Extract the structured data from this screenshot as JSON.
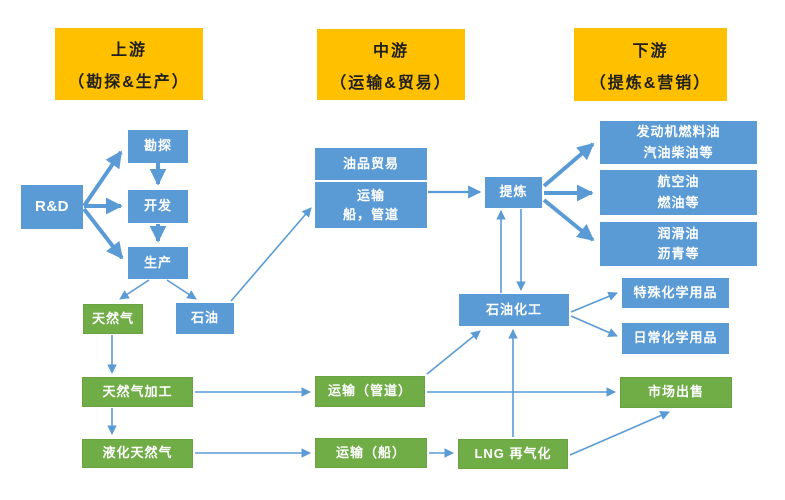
{
  "diagram": {
    "headers": [
      {
        "title": "上游",
        "subtitle": "（勘探&生产）"
      },
      {
        "title": "中游",
        "subtitle": "（运输&贸易）"
      },
      {
        "title": "下游",
        "subtitle": "（提炼&营销）"
      }
    ],
    "nodes": {
      "rnd": {
        "label": "R&D"
      },
      "exploration": {
        "label": "勘探"
      },
      "development": {
        "label": "开发"
      },
      "production": {
        "label": "生产"
      },
      "natural_gas": {
        "label": "天然气"
      },
      "oil": {
        "label": "石油"
      },
      "oil_trade": {
        "label": "油品贸易"
      },
      "transport_mid": {
        "label": "运输",
        "label2": "船，管道"
      },
      "refining": {
        "label": "提炼"
      },
      "engine_fuel": {
        "label": "发动机燃料油",
        "label2": "汽油柴油等"
      },
      "aviation_fuel": {
        "label": "航空油",
        "label2": "燃油等"
      },
      "lubricant": {
        "label": "润滑油",
        "label2": "沥青等"
      },
      "petrochemical": {
        "label": "石油化工"
      },
      "special_chemicals": {
        "label": "特殊化学用品"
      },
      "daily_chemicals": {
        "label": "日常化学用品"
      },
      "gas_processing": {
        "label": "天然气加工"
      },
      "lng": {
        "label": "液化天然气"
      },
      "transport_pipeline": {
        "label": "运输（管道）"
      },
      "transport_ship": {
        "label": "运输（船）"
      },
      "lng_regas": {
        "label": "LNG 再气化"
      },
      "market_sale": {
        "label": "市场出售"
      }
    },
    "colors": {
      "header_bg": "#FFC000",
      "blue_node": "#5B9BD5",
      "green_node": "#70AD47",
      "arrow": "#5B9BD5",
      "node_text": "#FFFFFF",
      "header_text": "#1F1F1F"
    }
  }
}
